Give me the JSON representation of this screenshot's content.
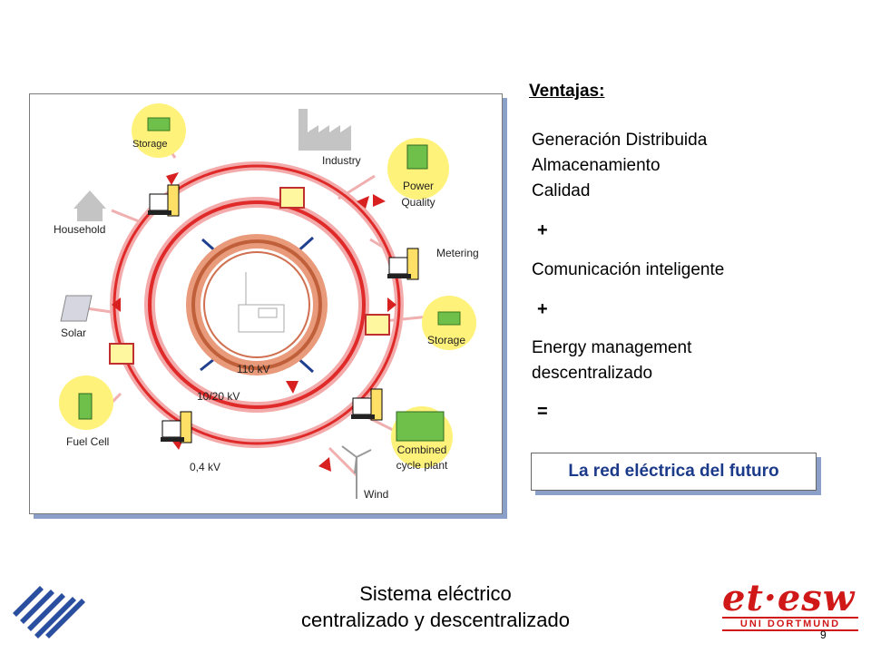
{
  "diagram": {
    "labels": {
      "storage_top": "Storage",
      "industry": "Industry",
      "power_quality": "Power\nQuality",
      "household": "Household",
      "metering": "Metering",
      "solar": "Solar",
      "storage_right": "Storage",
      "kv110": "110 kV",
      "kv1020": "10/20 kV",
      "fuel_cell": "Fuel Cell",
      "kv04": "0,4 kV",
      "combined": "Combined\ncycle plant",
      "wind": "Wind"
    },
    "colors": {
      "ring": "#e02a2a",
      "ring_light": "#f4a3a3",
      "inner_ring": "#c0603a",
      "spoke": "#1f3f8f",
      "bubble": "#fff27a",
      "icon_green": "#6fbf4b",
      "icon_gray": "#b8b8b8"
    }
  },
  "side": {
    "heading": "Ventajas:",
    "items": [
      "Generación Distribuida",
      "Almacenamiento",
      "Calidad"
    ],
    "plus1": "+",
    "comm": "Comunicación inteligente",
    "plus2": "+",
    "energy1": "Energy management",
    "energy2": "descentralizado",
    "equals": "=",
    "result": "La red eléctrica del futuro"
  },
  "footer": {
    "title1": "Sistema eléctrico",
    "title2": "centralizado y descentralizado",
    "page": "9",
    "logo_text": "et·esw",
    "logo_sub": "UNI DORTMUND"
  }
}
